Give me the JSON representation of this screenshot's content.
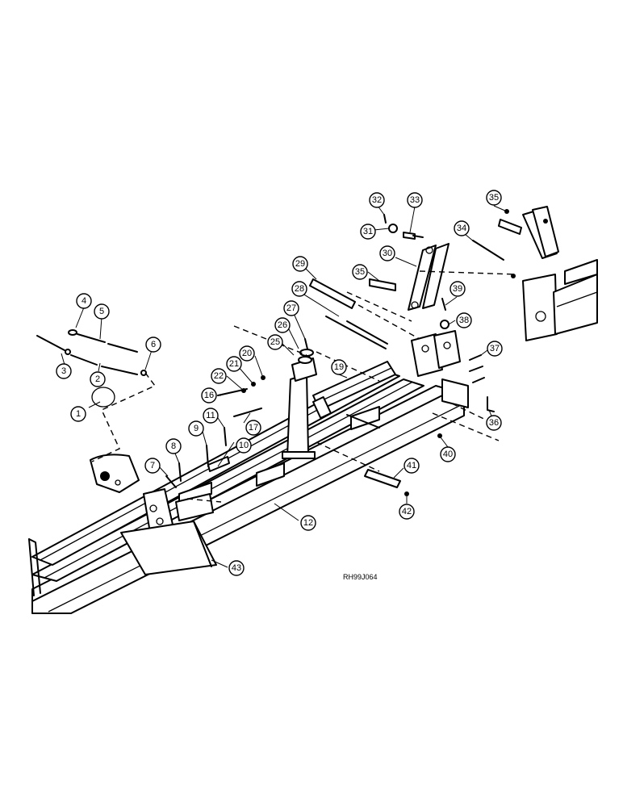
{
  "drawing_ref": "RH99J064",
  "callouts": [
    "1",
    "2",
    "3",
    "4",
    "5",
    "6",
    "7",
    "8",
    "9",
    "10",
    "11",
    "12",
    "16",
    "17",
    "19",
    "20",
    "21",
    "22",
    "25",
    "26",
    "27",
    "28",
    "29",
    "30",
    "31",
    "32",
    "33",
    "34",
    "35",
    "35",
    "36",
    "37",
    "38",
    "39",
    "40",
    "41",
    "42",
    "43"
  ]
}
